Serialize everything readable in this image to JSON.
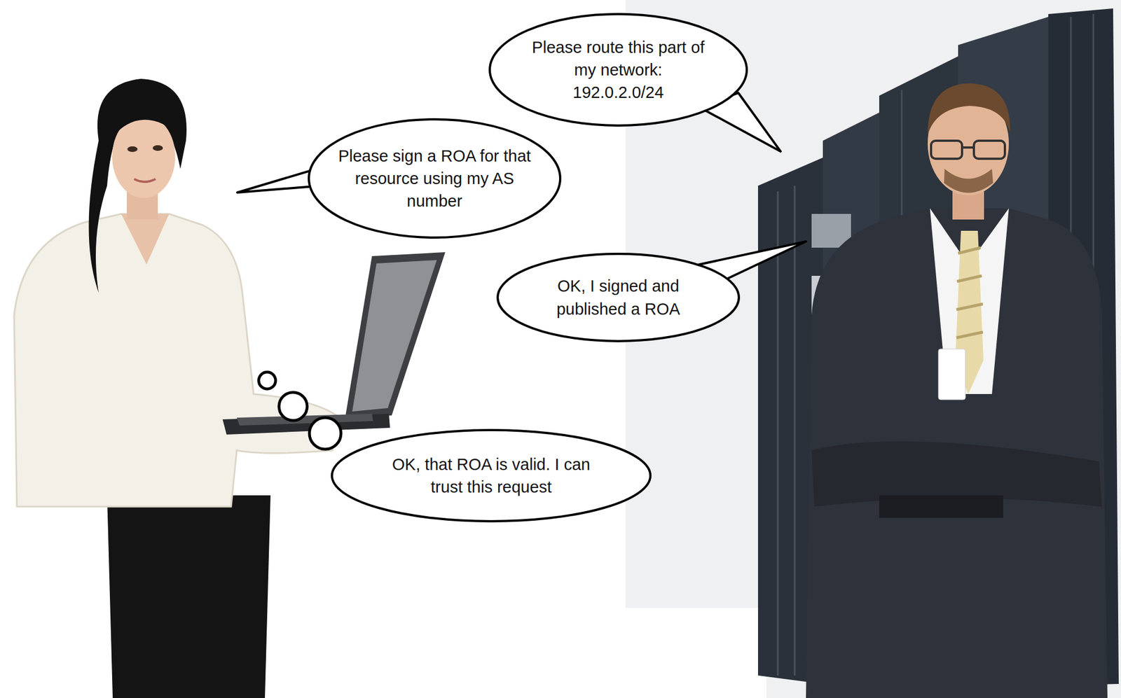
{
  "diagram": {
    "nodes": [
      {
        "text": [
          "Please route this part of my network: 192.0.2.0/24"
        ]
      },
      {
        "text": [
          "Please sign a ROA for that resource using my AS number"
        ]
      },
      {
        "text": [
          "OK, I signed and published a ROA"
        ]
      },
      {
        "text": [
          "OK, that ROA is valid. I can trust this request"
        ]
      }
    ]
  }
}
